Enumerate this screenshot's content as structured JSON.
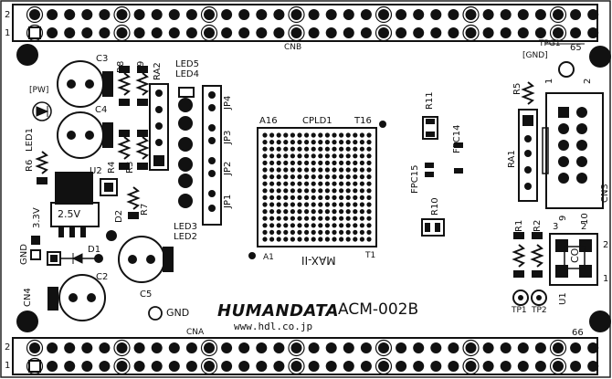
{
  "board": {
    "header_top": "CNB",
    "header_bottom": "CNA",
    "pin_top_end": "65",
    "pin_bottom_end": "66",
    "pin_1": "1",
    "pin_2": "2",
    "maker": "HUMANDATA",
    "model": "ACM-002B",
    "url": "www.hdl.co.jp",
    "gnd_pad": "GND"
  },
  "parts": {
    "c3": "C3",
    "c4": "C4",
    "c2": "C2",
    "c5": "C5",
    "cn4": "CN4",
    "r8": "R8",
    "r9": "R9",
    "ra2": "RA2",
    "r4": "R4",
    "r3": "R3",
    "r6": "R6",
    "r7": "R7",
    "r5": "R5",
    "ra1": "RA1",
    "r1": "R1",
    "r2": "R2",
    "r10": "R10",
    "r11": "R11",
    "led1": "LED1",
    "led2": "LED2",
    "led3": "LED3",
    "led4": "LED4",
    "led5": "LED5",
    "pw": "[PW]",
    "u1": "U1",
    "u2": "U2",
    "d1": "D1",
    "d2": "D2",
    "v33": "3.3V",
    "v25": "2.5V",
    "gnd": "GND",
    "jp1": "JP1",
    "jp2": "JP2",
    "jp3": "JP3",
    "jp4": "JP4",
    "cpld": "CPLD1",
    "a16": "A16",
    "t16": "T16",
    "a1": "A1",
    "t1": "T1",
    "maxii": "MAX-II",
    "fpc14": "FPC14",
    "fpc15": "FPC15",
    "tpg1": "TPG1",
    "gndtp": "[GND]",
    "tp1": "TP1",
    "tp2": "TP2",
    "cn3": "CN3",
    "n1": "1",
    "n2": "2",
    "n9": "9",
    "n10": "10",
    "n3": "3",
    "co": "CO"
  }
}
